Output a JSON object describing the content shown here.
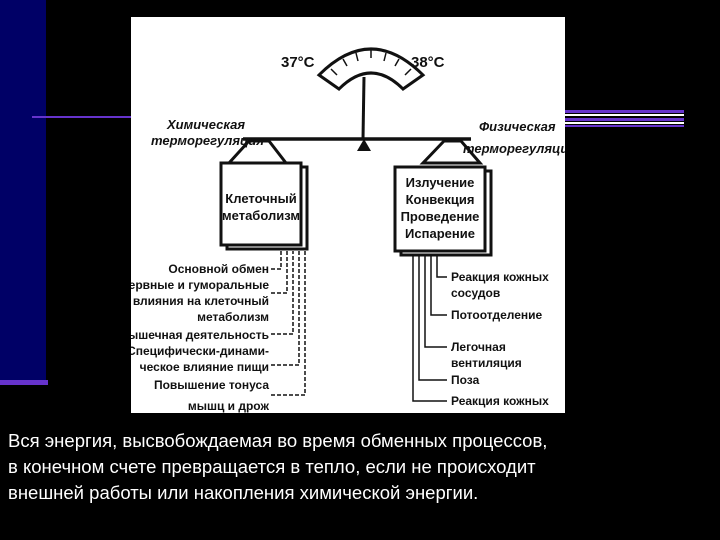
{
  "colors": {
    "background": "#000000",
    "left_band": "#000066",
    "accent_line": "#6633cc",
    "panel": "#ffffff",
    "ink": "#111111",
    "caption_text": "#ffffff"
  },
  "diagram": {
    "gauge": {
      "left_temp": "37°C",
      "right_temp": "38°C"
    },
    "chemical_label": {
      "line1": "Химическая",
      "line2": "терморегуляция"
    },
    "physical_label": {
      "line1": "Физическая",
      "line2": "терморегуляция"
    },
    "left_box": {
      "line1": "Клеточный",
      "line2": "метаболизм"
    },
    "right_box": {
      "line1": "Излучение",
      "line2": "Конвекция",
      "line3": "Проведение",
      "line4": "Испарение"
    },
    "left_factors": [
      "Основной обмен",
      "Нервные и гуморальные",
      "влияния на клеточный",
      "метаболизм",
      "Мышечная деятельность",
      "Специфически-динами-",
      "ческое влияние пищи",
      "Повышение тонуса",
      "мышц и дрож"
    ],
    "right_factors": [
      "Реакция кожных",
      "сосудов",
      "Потоотделение",
      "Легочная",
      "вентиляция",
      "Поза",
      "Реакция кожных"
    ]
  },
  "caption": {
    "line1": "Вся энергия, высвобождаемая во время обменных процессов,",
    "line2": "в конечном счете превращается в тепло, если не происходит",
    "line3": "внешней работы или накопления химической энергии."
  }
}
